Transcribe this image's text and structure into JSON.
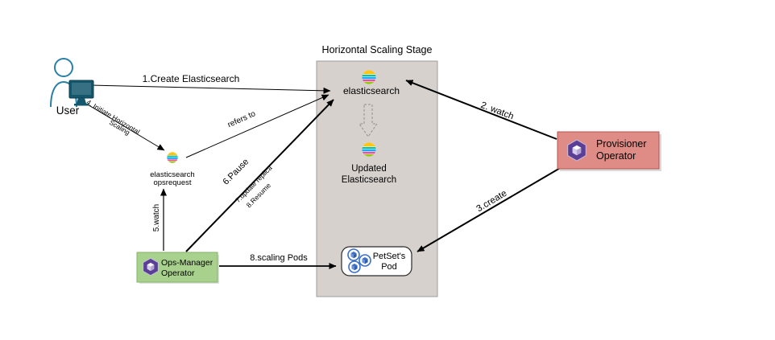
{
  "title": "Horizontal Scaling Stage",
  "colors": {
    "stage_bg": "#d7d1cd",
    "stage_border": "#9e9e9e",
    "provisioner_bg": "#df8c86",
    "provisioner_border": "#b85450",
    "opsmanager_bg": "#a9d18e",
    "opsmanager_border": "#82b366",
    "operator_purple": "#5b3e96",
    "pod_blue": "#3b6fc9",
    "monitor_teal": "#14576d",
    "user_stroke": "#2a7fa5",
    "elastic_bands": [
      "#fec514",
      "#00bfb3",
      "#1ba9f5",
      "#f04e98",
      "#93c90e"
    ]
  },
  "nodes": {
    "user": {
      "label": "User"
    },
    "elasticsearch": {
      "label": "elasticsearch"
    },
    "updated_elasticsearch": {
      "line1": "Updated",
      "line2": "Elasticsearch"
    },
    "petset_pod": {
      "line1": "PetSet's",
      "line2": "Pod"
    },
    "provisioner_operator": {
      "line1": "Provisioner",
      "line2": "Operator"
    },
    "ops_manager_operator": {
      "line1": "Ops-Manager",
      "line2": "Operator"
    },
    "elasticsearch_opsrequest": {
      "line1": "elasticsearch",
      "line2": "opsrequest"
    }
  },
  "edges": {
    "create_elasticsearch": {
      "label": "1.Create Elasticsearch"
    },
    "watch_provisioner": {
      "label": "2. watch"
    },
    "create_petset": {
      "label": "3.create"
    },
    "initiate_scaling": {
      "line1": "4. Initiate Horizontal",
      "line2": "Scaling"
    },
    "refers_to": {
      "label": "refers to"
    },
    "watch_opsrequest": {
      "label": "5.watch"
    },
    "pause": {
      "label": "6.Pause"
    },
    "update_replica": {
      "label": "7.update replica"
    },
    "resume": {
      "label": "8.Resume"
    },
    "scaling_pods": {
      "label": "8.scaling Pods"
    }
  }
}
